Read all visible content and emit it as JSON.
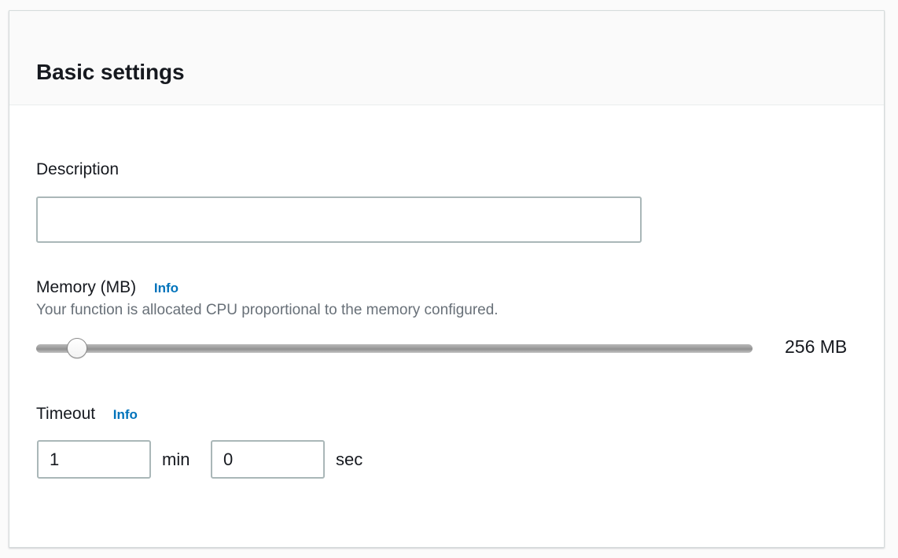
{
  "panel": {
    "title": "Basic settings"
  },
  "description": {
    "label": "Description",
    "value": "",
    "placeholder": ""
  },
  "memory": {
    "label": "Memory (MB)",
    "info_label": "Info",
    "help_text": "Your function is allocated CPU proportional to the memory configured.",
    "value_display": "256 MB",
    "slider": {
      "value": 256,
      "min": 128,
      "max": 3008,
      "step": 64
    }
  },
  "timeout": {
    "label": "Timeout",
    "info_label": "Info",
    "minutes": {
      "value": "1",
      "unit_label": "min"
    },
    "seconds": {
      "value": "0",
      "unit_label": "sec"
    }
  },
  "colors": {
    "accent_link": "#0073bb",
    "text_primary": "#16191f",
    "text_secondary": "#687078",
    "input_border": "#aab7b8",
    "panel_border": "#d5dbdb",
    "header_bg": "#fafafa"
  }
}
